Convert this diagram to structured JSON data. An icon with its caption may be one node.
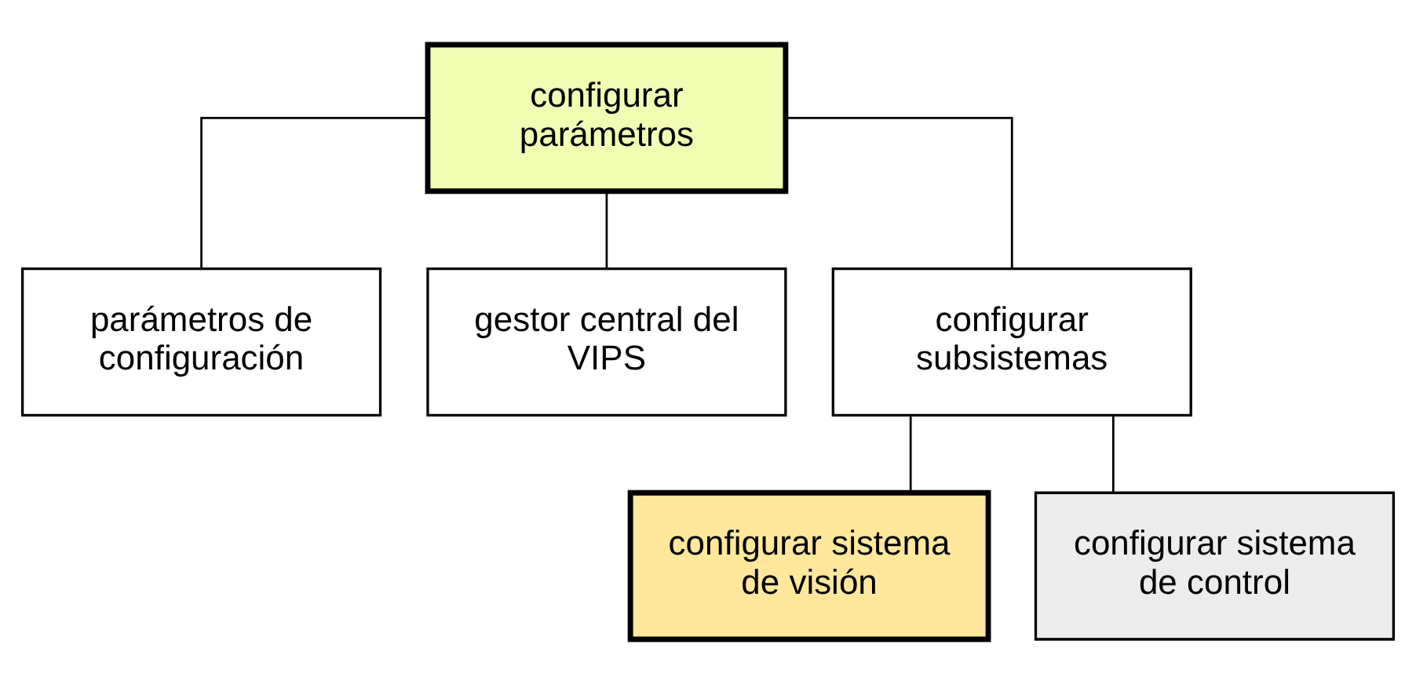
{
  "diagram": {
    "nodes": [
      {
        "text": [
          "configurar parámetros"
        ]
      },
      {
        "text": [
          "parámetros de configuración"
        ]
      },
      {
        "text": [
          "gestor central del VIPS"
        ]
      },
      {
        "text": [
          "configurar subsistemas"
        ]
      },
      {
        "text": [
          "configurar sistema de visión"
        ]
      },
      {
        "text": [
          "configurar sistema de control"
        ]
      }
    ],
    "edges": [
      {
        "from": 0,
        "to": 1,
        "arrow": "none"
      },
      {
        "from": 0,
        "to": 2,
        "arrow": "none"
      },
      {
        "from": 0,
        "to": 3,
        "arrow": "none"
      },
      {
        "from": 3,
        "to": 4,
        "arrow": "none"
      },
      {
        "from": 3,
        "to": 5,
        "arrow": "none"
      }
    ]
  }
}
